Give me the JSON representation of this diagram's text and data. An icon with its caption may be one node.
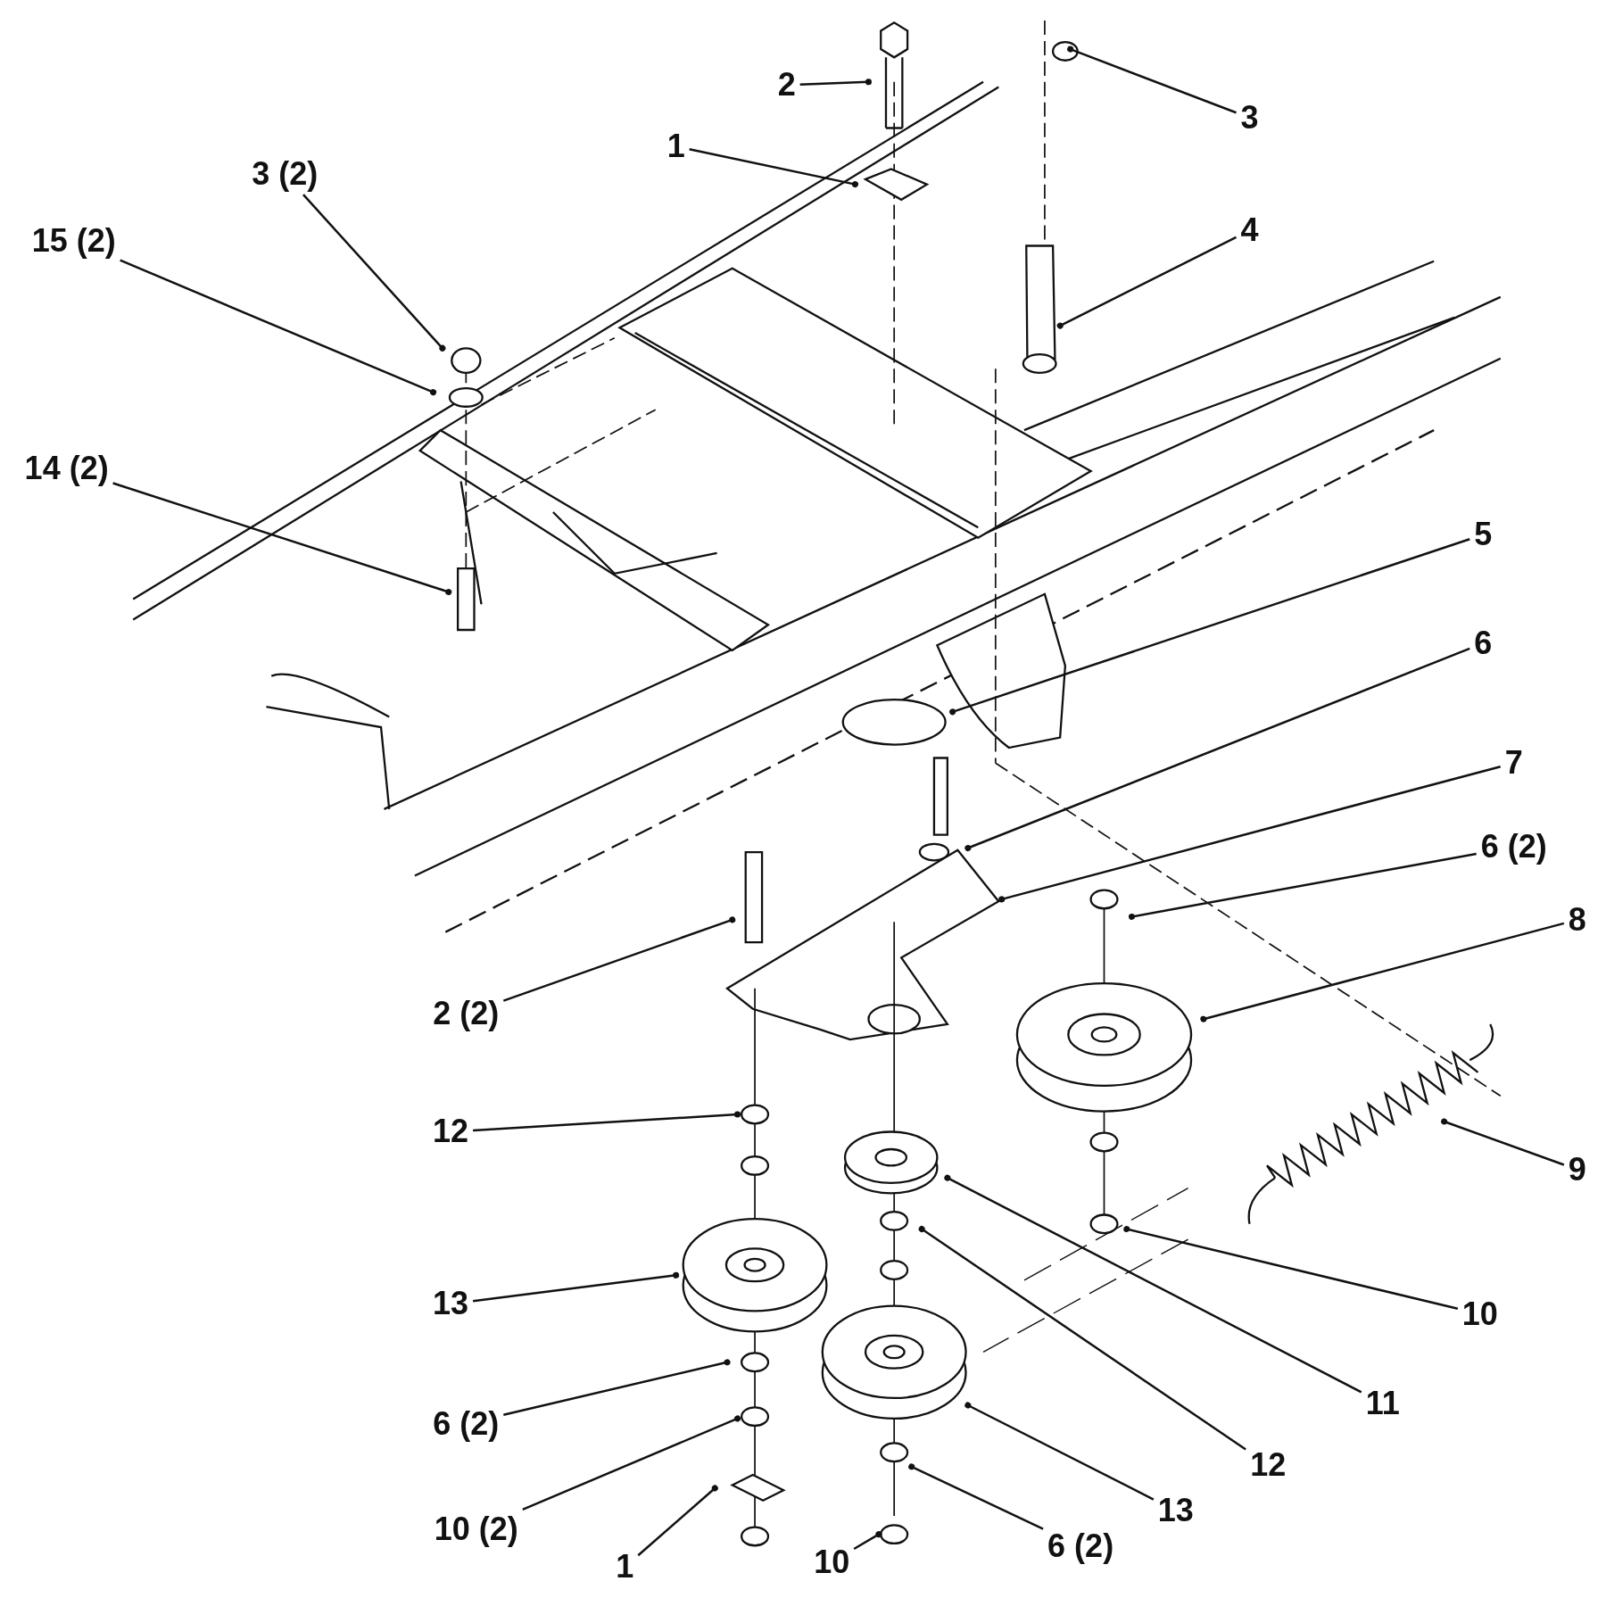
{
  "diagram": {
    "nodes": [
      {
        "text": [
          "2"
        ]
      },
      {
        "text": [
          "3"
        ]
      },
      {
        "text": [
          "1"
        ]
      },
      {
        "text": [
          "3 (2)"
        ]
      },
      {
        "text": [
          "15 (2)"
        ]
      },
      {
        "text": [
          "4"
        ]
      },
      {
        "text": [
          "14 (2)"
        ]
      },
      {
        "text": [
          "5"
        ]
      },
      {
        "text": [
          "6"
        ]
      },
      {
        "text": [
          "7"
        ]
      },
      {
        "text": [
          "6 (2)"
        ]
      },
      {
        "text": [
          "8"
        ]
      },
      {
        "text": [
          "2 (2)"
        ]
      },
      {
        "text": [
          "12"
        ]
      },
      {
        "text": [
          "9"
        ]
      },
      {
        "text": [
          "13"
        ]
      },
      {
        "text": [
          "10"
        ]
      },
      {
        "text": [
          "11"
        ]
      },
      {
        "text": [
          "6 (2)"
        ]
      },
      {
        "text": [
          "12"
        ]
      },
      {
        "text": [
          "10 (2)"
        ]
      },
      {
        "text": [
          "13"
        ]
      },
      {
        "text": [
          "1"
        ]
      },
      {
        "text": [
          "10"
        ]
      },
      {
        "text": [
          "6 (2)"
        ]
      }
    ],
    "edges": [
      {
        "from": 0,
        "to": null,
        "arrow": "other"
      },
      {
        "from": 1,
        "to": null,
        "arrow": "other"
      },
      {
        "from": 2,
        "to": null,
        "arrow": "other"
      },
      {
        "from": 3,
        "to": null,
        "arrow": "other"
      },
      {
        "from": 4,
        "to": null,
        "arrow": "other"
      },
      {
        "from": 5,
        "to": null,
        "arrow": "other"
      },
      {
        "from": 6,
        "to": null,
        "arrow": "other"
      },
      {
        "from": 7,
        "to": null,
        "arrow": "other"
      },
      {
        "from": 8,
        "to": null,
        "arrow": "other"
      },
      {
        "from": 9,
        "to": null,
        "arrow": "other"
      },
      {
        "from": 10,
        "to": null,
        "arrow": "other"
      },
      {
        "from": 11,
        "to": null,
        "arrow": "other"
      },
      {
        "from": 12,
        "to": null,
        "arrow": "other"
      },
      {
        "from": 13,
        "to": null,
        "arrow": "other"
      },
      {
        "from": 14,
        "to": null,
        "arrow": "other"
      },
      {
        "from": 15,
        "to": null,
        "arrow": "other"
      },
      {
        "from": 16,
        "to": null,
        "arrow": "other"
      },
      {
        "from": 17,
        "to": null,
        "arrow": "other"
      },
      {
        "from": 18,
        "to": null,
        "arrow": "other"
      },
      {
        "from": 19,
        "to": null,
        "arrow": "other"
      },
      {
        "from": 20,
        "to": null,
        "arrow": "other"
      },
      {
        "from": 21,
        "to": null,
        "arrow": "other"
      },
      {
        "from": 22,
        "to": null,
        "arrow": "other"
      },
      {
        "from": 23,
        "to": null,
        "arrow": "other"
      },
      {
        "from": 24,
        "to": null,
        "arrow": "other"
      }
    ]
  }
}
